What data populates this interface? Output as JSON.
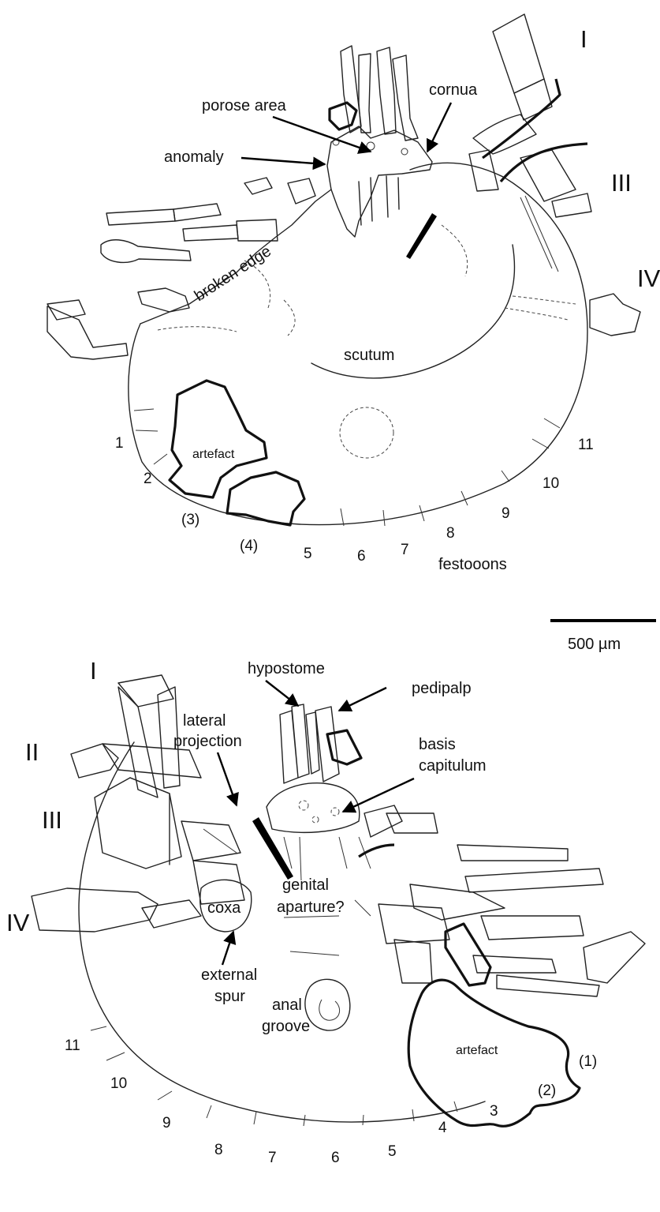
{
  "scale_bar": {
    "label": "500 µm"
  },
  "top_specimen": {
    "labels": {
      "porose_area": "porose area",
      "cornua": "cornua",
      "anomaly": "anomaly",
      "broken_edge": "broken edge",
      "scutum": "scutum",
      "artefact": "artefact",
      "festoons": "festooons"
    },
    "legs": [
      "I",
      "III",
      "IV"
    ],
    "festoon_numbers": [
      "1",
      "2",
      "(3)",
      "(4)",
      "5",
      "6",
      "7",
      "8",
      "9",
      "10",
      "11"
    ]
  },
  "bottom_specimen": {
    "labels": {
      "hypostome": "hypostome",
      "pedipalp": "pedipalp",
      "lateral_projection_1": "lateral",
      "lateral_projection_2": "projection",
      "basis_capitulum_1": "basis",
      "basis_capitulum_2": "capitulum",
      "genital_aperture_1": "genital",
      "genital_aperture_2": "aparture?",
      "coxa": "coxa",
      "external_spur_1": "external",
      "external_spur_2": "spur",
      "anal_groove_1": "anal",
      "anal_groove_2": "groove",
      "artefact": "artefact"
    },
    "legs": [
      "I",
      "II",
      "III",
      "IV"
    ],
    "festoon_numbers": [
      "11",
      "10",
      "9",
      "8",
      "7",
      "6",
      "5",
      "4",
      "3",
      "(2)",
      "(1)"
    ]
  }
}
